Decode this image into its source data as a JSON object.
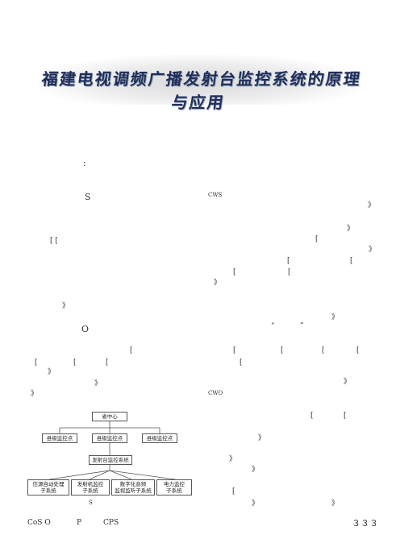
{
  "document": {
    "title": "福建电视调频广播发射台监控系统的原理与应用",
    "page_number": "３３３"
  },
  "left_column": {
    "fragments": [
      ":",
      "S",
      "[ [",
      "》",
      "O",
      "[",
      "[",
      "[",
      "[",
      "》",
      "》",
      "》"
    ]
  },
  "right_column": {
    "fragments": [
      "CWS",
      "》",
      "》",
      "[",
      "》",
      "[",
      "[",
      "[",
      "[",
      "》",
      "》",
      "“",
      "”",
      "[",
      "[",
      "[",
      "[",
      "[",
      "》",
      "CWO",
      "[",
      "[",
      "》",
      "》",
      "》",
      "[",
      "》",
      "》"
    ]
  },
  "figure": {
    "top_node": "省中心",
    "level2_nodes": [
      "县级监控点",
      "县级监控点",
      "县级监控点"
    ],
    "middle_node": "发射台监控系统",
    "bottom_nodes": [
      "信源自动处理\n子系统",
      "发射机监控\n子系统",
      "数字化音频\n监视监听子系统",
      "电力监控\n子系统"
    ],
    "caption": "S"
  },
  "footer": {
    "labels": [
      "CoS O",
      "P",
      "CPS"
    ]
  }
}
